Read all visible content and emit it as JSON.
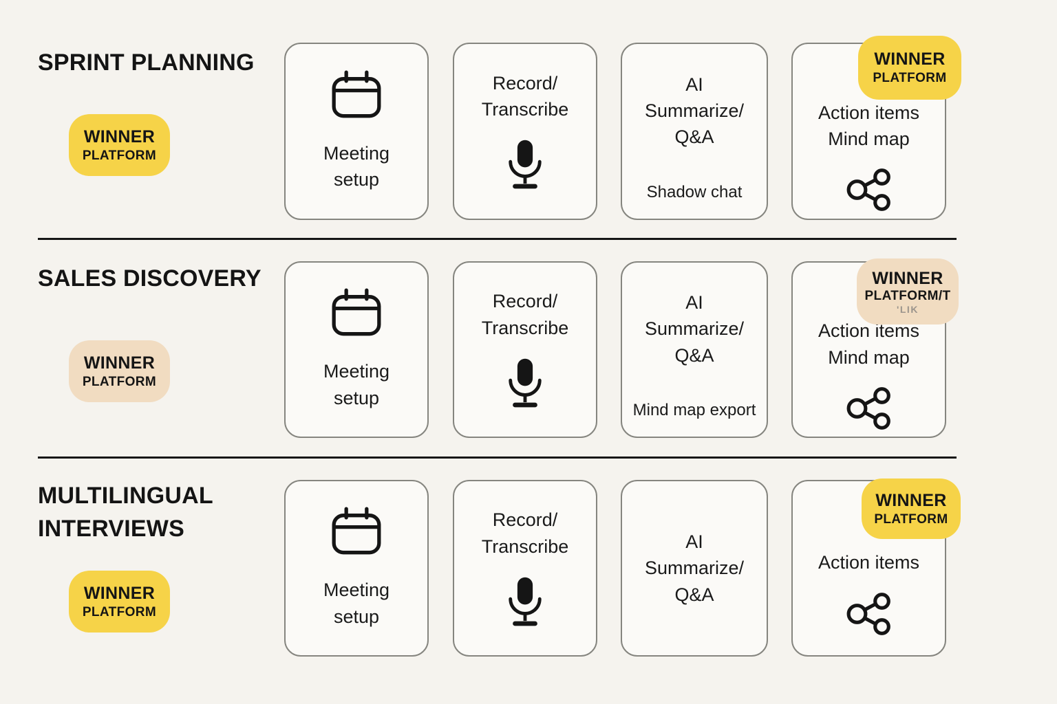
{
  "colors": {
    "background": "#F5F3EE",
    "card_background": "#FBFAF7",
    "card_border": "#85857F",
    "divider": "#151515",
    "badge_yellow": "#F6D348",
    "badge_beige": "#F1DCC1",
    "text": "#1A1A1A",
    "muted_text": "#9B948C"
  },
  "rows": [
    {
      "title": "SPRINT PLANNING",
      "winner_badge": {
        "line1": "WINNER",
        "line2": "PLATFORM",
        "color": "#F6D348"
      },
      "steps": [
        {
          "icon": "calendar-icon",
          "label": "Meeting\nsetup"
        },
        {
          "icon": "microphone-icon",
          "label": "Record/\nTranscribe"
        },
        {
          "label": "AI\nSummarize/\nQ&A",
          "sublabel": "Shadow chat"
        },
        {
          "icon": "mind-map-icon",
          "label": "Action items\nMind map",
          "badge": {
            "line1": "WINNER",
            "line2": "PLATFORM",
            "color": "#F6D348"
          }
        }
      ]
    },
    {
      "title": "SALES DISCOVERY",
      "winner_badge": {
        "line1": "WINNER",
        "line2": "PLATFORM",
        "color": "#F1DCC1"
      },
      "steps": [
        {
          "icon": "calendar-icon",
          "label": "Meeting\nsetup"
        },
        {
          "icon": "microphone-icon",
          "label": "Record/\nTranscribe"
        },
        {
          "label": "AI\nSummarize/\nQ&A",
          "sublabel": "Mind map export"
        },
        {
          "icon": "mind-map-icon",
          "label": "Action items\nMind map",
          "badge": {
            "line1": "WINNER",
            "line2": "PLATFORM/T",
            "line3": "'LIK",
            "color": "#F1DCC1"
          }
        }
      ]
    },
    {
      "title": "MULTILINGUAL\nINTERVIEWS",
      "winner_badge": {
        "line1": "WINNER",
        "line2": "PLATFORM",
        "color": "#F6D348"
      },
      "steps": [
        {
          "icon": "calendar-icon",
          "label": "Meeting\nsetup"
        },
        {
          "icon": "microphone-icon",
          "label": "Record/\nTranscribe"
        },
        {
          "label": "AI\nSummarize/\nQ&A"
        },
        {
          "icon": "mind-map-icon",
          "label": "Action items",
          "badge": {
            "line1": "WINNER",
            "line2": "PLATFORM",
            "color": "#F6D348"
          }
        }
      ]
    }
  ]
}
